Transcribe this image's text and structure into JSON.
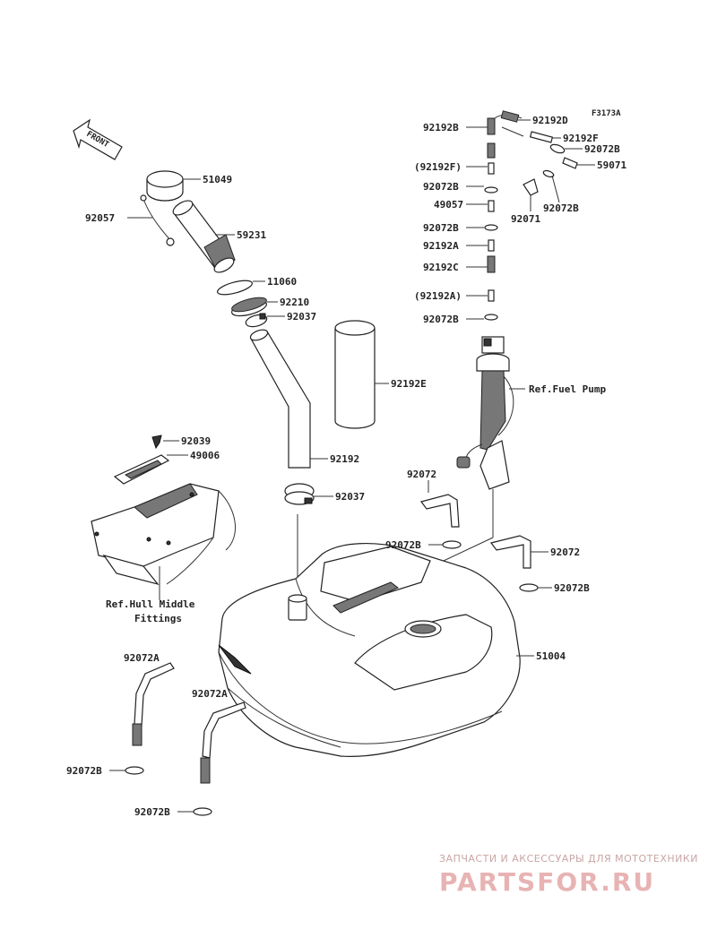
{
  "figure_code": "F3173A",
  "front_label": "FRONT",
  "labels": {
    "p51049": "51049",
    "p92057": "92057",
    "p59231": "59231",
    "p11060": "11060",
    "p92210": "92210",
    "p92037a": "92037",
    "p92192E": "92192E",
    "p92192": "92192",
    "p92039": "92039",
    "p49006": "49006",
    "p92037b": "92037",
    "hull_line1": "Ref.Hull Middle",
    "hull_line2": "Fittings",
    "p92072A_1": "92072A",
    "p92072A_2": "92072A",
    "p92072B_l1": "92072B",
    "p92072B_l2": "92072B",
    "p92072_1": "92072",
    "p92072B_m": "92072B",
    "p92072_2": "92072",
    "p92072B_r": "92072B",
    "p51004": "51004",
    "p92192B": "92192B",
    "p92192D": "92192D",
    "p92192F": "92192F",
    "p92072B_t1": "92072B",
    "p92192F_paren": "(92192F)",
    "p59071": "59071",
    "p92072B_t2": "92072B",
    "p92072B_t3": "92072B",
    "p49057": "49057",
    "p92071": "92071",
    "p92072B_t4": "92072B",
    "p92192A": "92192A",
    "p92192C": "92192C",
    "p92192A_paren": "(92192A)",
    "p92072B_t5": "92072B",
    "fuel_pump": "Ref.Fuel Pump"
  },
  "watermark": {
    "tagline": "ЗАПЧАСТИ И АКСЕССУАРЫ ДЛЯ МОТОТЕХНИКИ",
    "brand": "PARTSFOR.RU"
  }
}
